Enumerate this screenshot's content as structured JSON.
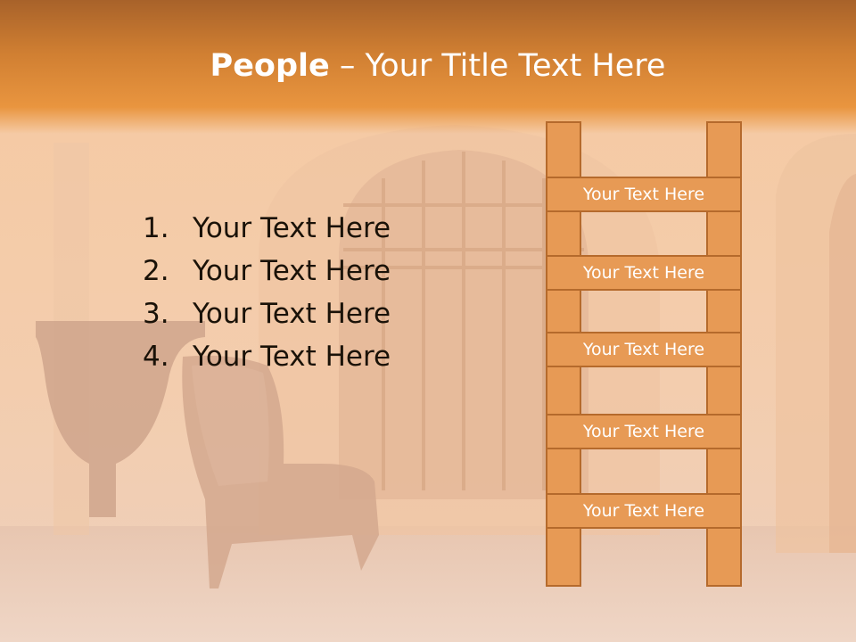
{
  "slide": {
    "title_bold": "People",
    "title_rest": " – Your Title Text Here",
    "list": [
      {
        "number": "1.",
        "text": "Your Text Here"
      },
      {
        "number": "2.",
        "text": "Your Text Here"
      },
      {
        "number": "3.",
        "text": "Your Text Here"
      },
      {
        "number": "4.",
        "text": "Your Text Here"
      }
    ],
    "ladder_rungs": [
      "Your Text Here",
      "Your Text Here",
      "Your Text Here",
      "Your Text Here",
      "Your Text Here"
    ]
  },
  "colors": {
    "title_bar": "#d07f32",
    "ladder_fill": "#e79a55",
    "ladder_border": "#b56a2c",
    "text_dark": "#1a1208",
    "text_light": "#ffffff"
  }
}
